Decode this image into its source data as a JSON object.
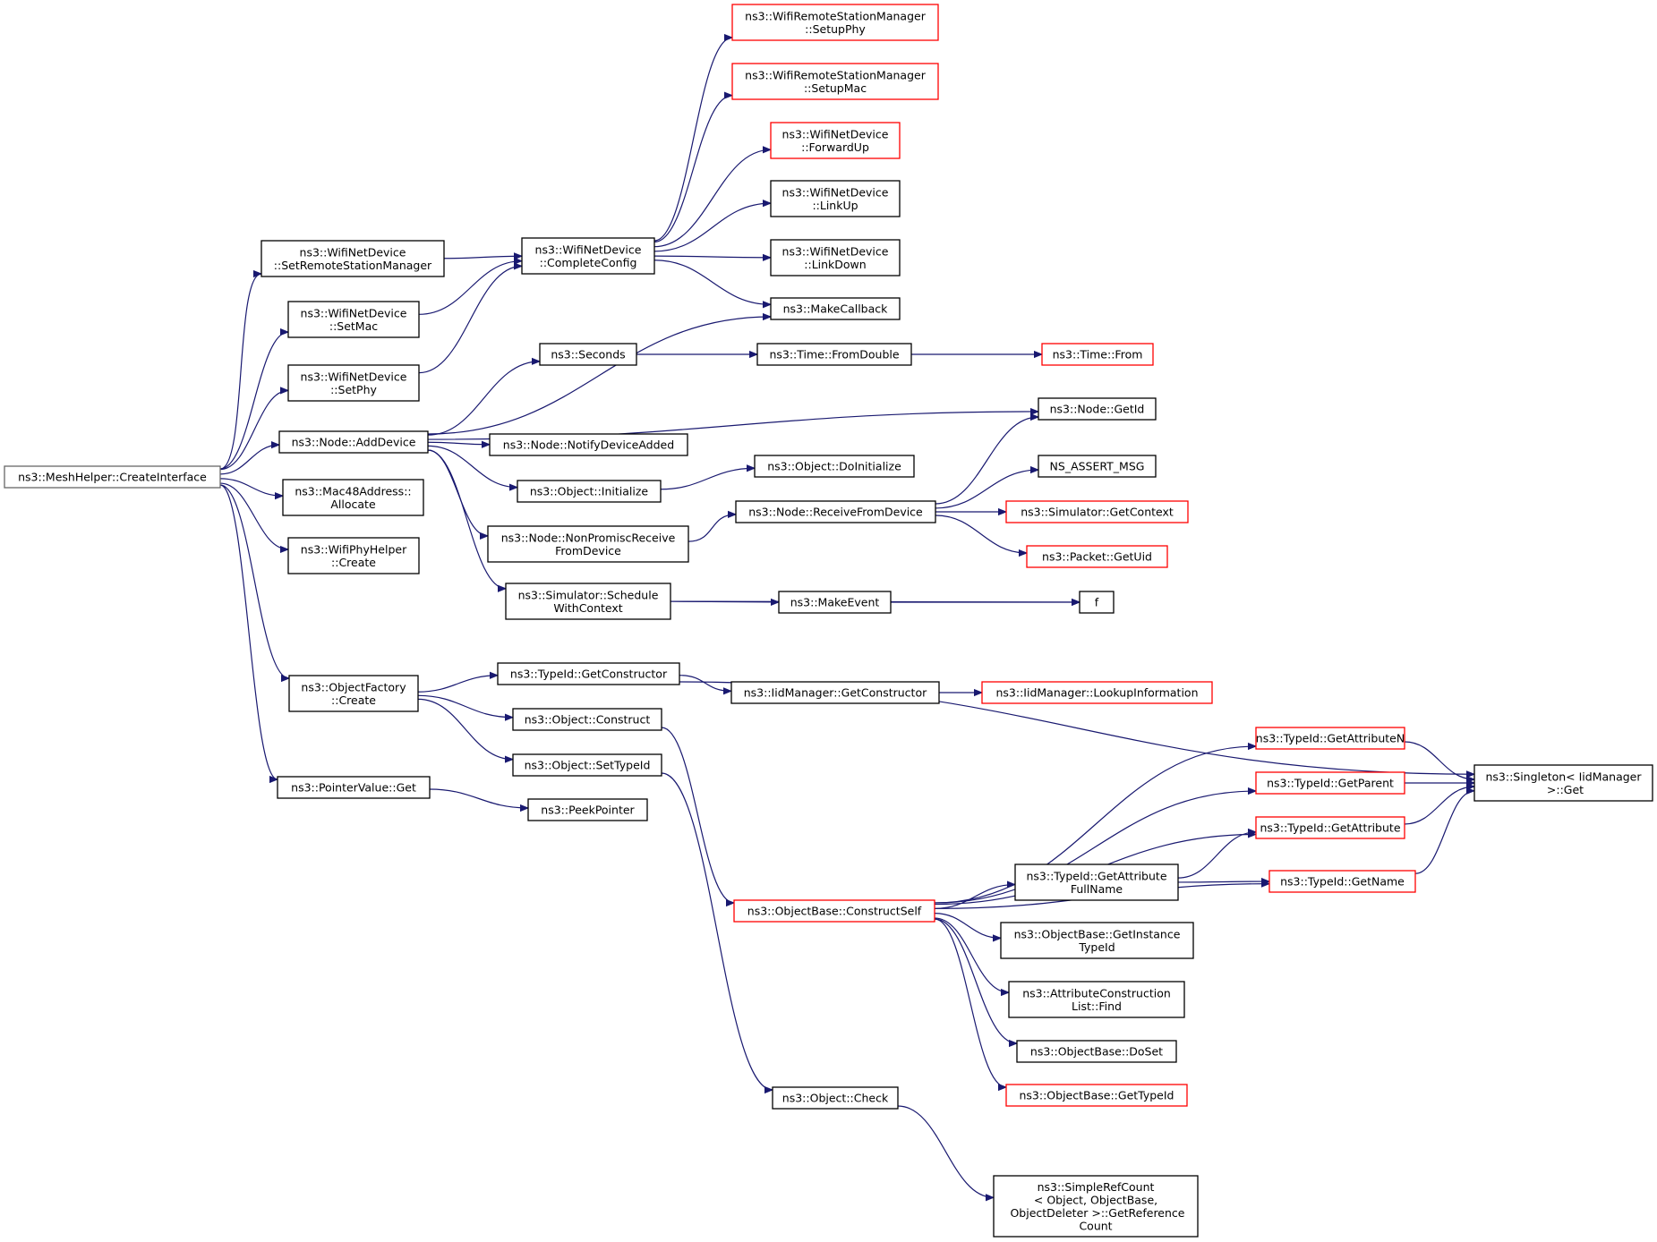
{
  "diagram": {
    "type": "call-graph",
    "colors": {
      "edge": "#191970",
      "root_fill": "#bfbfbf",
      "truncated_border": "#ff0000",
      "normal_border": "#000000"
    },
    "nodes": [
      {
        "id": "create_interface",
        "label": [
          "ns3::MeshHelper::CreateInterface"
        ],
        "style": "root"
      },
      {
        "id": "set_rsm",
        "label": [
          "ns3::WifiNetDevice",
          "::SetRemoteStationManager"
        ],
        "style": "normal"
      },
      {
        "id": "set_mac",
        "label": [
          "ns3::WifiNetDevice",
          "::SetMac"
        ],
        "style": "normal"
      },
      {
        "id": "set_phy",
        "label": [
          "ns3::WifiNetDevice",
          "::SetPhy"
        ],
        "style": "normal"
      },
      {
        "id": "add_device",
        "label": [
          "ns3::Node::AddDevice"
        ],
        "style": "normal"
      },
      {
        "id": "mac48_allocate",
        "label": [
          "ns3::Mac48Address::",
          "Allocate"
        ],
        "style": "normal"
      },
      {
        "id": "wifiphy_create",
        "label": [
          "ns3::WifiPhyHelper",
          "::Create"
        ],
        "style": "normal"
      },
      {
        "id": "objfactory_create",
        "label": [
          "ns3::ObjectFactory",
          "::Create"
        ],
        "style": "normal"
      },
      {
        "id": "pointervalue_get",
        "label": [
          "ns3::PointerValue::Get"
        ],
        "style": "normal"
      },
      {
        "id": "complete_config",
        "label": [
          "ns3::WifiNetDevice",
          "::CompleteConfig"
        ],
        "style": "normal"
      },
      {
        "id": "setup_phy",
        "label": [
          "ns3::WifiRemoteStationManager",
          "::SetupPhy"
        ],
        "style": "truncated"
      },
      {
        "id": "setup_mac",
        "label": [
          "ns3::WifiRemoteStationManager",
          "::SetupMac"
        ],
        "style": "truncated"
      },
      {
        "id": "forward_up",
        "label": [
          "ns3::WifiNetDevice",
          "::ForwardUp"
        ],
        "style": "truncated"
      },
      {
        "id": "link_up",
        "label": [
          "ns3::WifiNetDevice",
          "::LinkUp"
        ],
        "style": "normal"
      },
      {
        "id": "link_down",
        "label": [
          "ns3::WifiNetDevice",
          "::LinkDown"
        ],
        "style": "normal"
      },
      {
        "id": "make_callback",
        "label": [
          "ns3::MakeCallback"
        ],
        "style": "normal"
      },
      {
        "id": "seconds",
        "label": [
          "ns3::Seconds"
        ],
        "style": "normal"
      },
      {
        "id": "time_fromdouble",
        "label": [
          "ns3::Time::FromDouble"
        ],
        "style": "normal"
      },
      {
        "id": "time_from",
        "label": [
          "ns3::Time::From"
        ],
        "style": "truncated"
      },
      {
        "id": "node_getid",
        "label": [
          "ns3::Node::GetId"
        ],
        "style": "normal"
      },
      {
        "id": "notify_device_added",
        "label": [
          "ns3::Node::NotifyDeviceAdded"
        ],
        "style": "normal"
      },
      {
        "id": "object_doinitialize",
        "label": [
          "ns3::Object::DoInitialize"
        ],
        "style": "normal"
      },
      {
        "id": "object_initialize",
        "label": [
          "ns3::Object::Initialize"
        ],
        "style": "normal"
      },
      {
        "id": "ns_assert_msg",
        "label": [
          "NS_ASSERT_MSG"
        ],
        "style": "normal"
      },
      {
        "id": "receive_from_device",
        "label": [
          "ns3::Node::ReceiveFromDevice"
        ],
        "style": "normal"
      },
      {
        "id": "sim_getcontext",
        "label": [
          "ns3::Simulator::GetContext"
        ],
        "style": "truncated"
      },
      {
        "id": "nonpromisc",
        "label": [
          "ns3::Node::NonPromiscReceive",
          "FromDevice"
        ],
        "style": "normal"
      },
      {
        "id": "packet_getuid",
        "label": [
          "ns3::Packet::GetUid"
        ],
        "style": "truncated"
      },
      {
        "id": "schedule_ctx",
        "label": [
          "ns3::Simulator::Schedule",
          "WithContext"
        ],
        "style": "normal"
      },
      {
        "id": "make_event",
        "label": [
          "ns3::MakeEvent"
        ],
        "style": "normal"
      },
      {
        "id": "f",
        "label": [
          "f"
        ],
        "style": "normal"
      },
      {
        "id": "typeid_getconstructor",
        "label": [
          "ns3::TypeId::GetConstructor"
        ],
        "style": "normal"
      },
      {
        "id": "iid_getconstructor",
        "label": [
          "ns3::IidManager::GetConstructor"
        ],
        "style": "normal"
      },
      {
        "id": "iid_lookup",
        "label": [
          "ns3::IidManager::LookupInformation"
        ],
        "style": "truncated"
      },
      {
        "id": "object_construct",
        "label": [
          "ns3::Object::Construct"
        ],
        "style": "normal"
      },
      {
        "id": "object_settypeid",
        "label": [
          "ns3::Object::SetTypeId"
        ],
        "style": "normal"
      },
      {
        "id": "peek_pointer",
        "label": [
          "ns3::PeekPointer"
        ],
        "style": "normal"
      },
      {
        "id": "getattributen",
        "label": [
          "ns3::TypeId::GetAttributeN"
        ],
        "style": "truncated"
      },
      {
        "id": "getparent",
        "label": [
          "ns3::TypeId::GetParent"
        ],
        "style": "truncated"
      },
      {
        "id": "getattribute",
        "label": [
          "ns3::TypeId::GetAttribute"
        ],
        "style": "truncated"
      },
      {
        "id": "singleton_get",
        "label": [
          "ns3::Singleton< IidManager",
          " >::Get"
        ],
        "style": "normal"
      },
      {
        "id": "getname",
        "label": [
          "ns3::TypeId::GetName"
        ],
        "style": "truncated"
      },
      {
        "id": "getattr_fullname",
        "label": [
          "ns3::TypeId::GetAttribute",
          "FullName"
        ],
        "style": "normal"
      },
      {
        "id": "construct_self",
        "label": [
          "ns3::ObjectBase::ConstructSelf"
        ],
        "style": "truncated"
      },
      {
        "id": "get_instance_typeid",
        "label": [
          "ns3::ObjectBase::GetInstance",
          "TypeId"
        ],
        "style": "normal"
      },
      {
        "id": "attr_constr_find",
        "label": [
          "ns3::AttributeConstruction",
          "List::Find"
        ],
        "style": "normal"
      },
      {
        "id": "objectbase_doset",
        "label": [
          "ns3::ObjectBase::DoSet"
        ],
        "style": "normal"
      },
      {
        "id": "objectbase_gettypeid",
        "label": [
          "ns3::ObjectBase::GetTypeId"
        ],
        "style": "truncated"
      },
      {
        "id": "object_check",
        "label": [
          "ns3::Object::Check"
        ],
        "style": "normal"
      },
      {
        "id": "simple_refcount",
        "label": [
          "ns3::SimpleRefCount",
          "< Object, ObjectBase,",
          " ObjectDeleter >::GetReference",
          "Count"
        ],
        "style": "normal"
      }
    ],
    "edges": [
      [
        "create_interface",
        "set_rsm"
      ],
      [
        "create_interface",
        "set_mac"
      ],
      [
        "create_interface",
        "set_phy"
      ],
      [
        "create_interface",
        "add_device"
      ],
      [
        "create_interface",
        "mac48_allocate"
      ],
      [
        "create_interface",
        "wifiphy_create"
      ],
      [
        "create_interface",
        "objfactory_create"
      ],
      [
        "create_interface",
        "pointervalue_get"
      ],
      [
        "set_rsm",
        "complete_config"
      ],
      [
        "set_mac",
        "complete_config"
      ],
      [
        "set_phy",
        "complete_config"
      ],
      [
        "complete_config",
        "setup_phy"
      ],
      [
        "complete_config",
        "setup_mac"
      ],
      [
        "complete_config",
        "forward_up"
      ],
      [
        "complete_config",
        "link_up"
      ],
      [
        "complete_config",
        "link_down"
      ],
      [
        "complete_config",
        "make_callback"
      ],
      [
        "add_device",
        "make_callback"
      ],
      [
        "add_device",
        "seconds"
      ],
      [
        "add_device",
        "node_getid"
      ],
      [
        "add_device",
        "notify_device_added"
      ],
      [
        "add_device",
        "object_initialize"
      ],
      [
        "add_device",
        "nonpromisc"
      ],
      [
        "add_device",
        "schedule_ctx"
      ],
      [
        "seconds",
        "time_fromdouble"
      ],
      [
        "time_fromdouble",
        "time_from"
      ],
      [
        "object_initialize",
        "object_doinitialize"
      ],
      [
        "nonpromisc",
        "receive_from_device"
      ],
      [
        "receive_from_device",
        "node_getid"
      ],
      [
        "receive_from_device",
        "ns_assert_msg"
      ],
      [
        "receive_from_device",
        "sim_getcontext"
      ],
      [
        "receive_from_device",
        "packet_getuid"
      ],
      [
        "schedule_ctx",
        "f"
      ],
      [
        "schedule_ctx",
        "make_event"
      ],
      [
        "make_event",
        "f"
      ],
      [
        "objfactory_create",
        "typeid_getconstructor"
      ],
      [
        "objfactory_create",
        "object_construct"
      ],
      [
        "objfactory_create",
        "object_settypeid"
      ],
      [
        "typeid_getconstructor",
        "iid_getconstructor"
      ],
      [
        "typeid_getconstructor",
        "singleton_get"
      ],
      [
        "iid_getconstructor",
        "iid_lookup"
      ],
      [
        "object_construct",
        "construct_self"
      ],
      [
        "object_settypeid",
        "object_check"
      ],
      [
        "pointervalue_get",
        "peek_pointer"
      ],
      [
        "construct_self",
        "getattributen"
      ],
      [
        "construct_self",
        "getparent"
      ],
      [
        "construct_self",
        "getattribute"
      ],
      [
        "construct_self",
        "getattr_fullname"
      ],
      [
        "construct_self",
        "get_instance_typeid"
      ],
      [
        "construct_self",
        "attr_constr_find"
      ],
      [
        "construct_self",
        "objectbase_doset"
      ],
      [
        "construct_self",
        "objectbase_gettypeid"
      ],
      [
        "construct_self",
        "getname"
      ],
      [
        "getattributen",
        "singleton_get"
      ],
      [
        "getparent",
        "singleton_get"
      ],
      [
        "getattribute",
        "singleton_get"
      ],
      [
        "getname",
        "singleton_get"
      ],
      [
        "getattr_fullname",
        "getattribute"
      ],
      [
        "getattr_fullname",
        "getname"
      ],
      [
        "object_check",
        "simple_refcount"
      ]
    ]
  }
}
